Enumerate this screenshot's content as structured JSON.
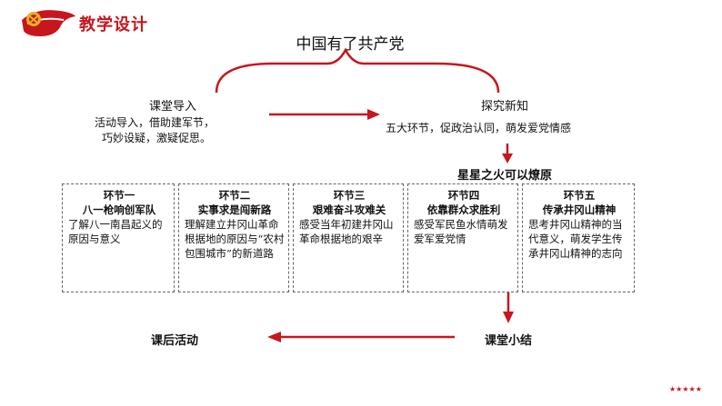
{
  "header": {
    "title": "教学设计"
  },
  "root": {
    "title": "中国有了共产党"
  },
  "left_node": {
    "title": "课堂导入",
    "desc_line1": "活动导入，借助建军节，",
    "desc_line2": "巧妙设疑，激疑促思。"
  },
  "right_node": {
    "title": "探究新知",
    "desc": "五大环节，促政治认同，萌发爱党情感"
  },
  "sub_title": "星星之火可以燎原",
  "sections": [
    {
      "label": "环节一",
      "heading": "八一枪响创军队",
      "desc": "了解八一南昌起义的原因与意义"
    },
    {
      "label": "环节二",
      "heading": "实事求是闯新路",
      "desc": "理解建立井冈山革命根据地的原因与“农村包围城市”的新道路"
    },
    {
      "label": "环节三",
      "heading": "艰难奋斗攻难关",
      "desc": "感受当年初建井冈山革命根据地的艰辛"
    },
    {
      "label": "环节四",
      "heading": "依靠群众求胜利",
      "desc": "感受军民鱼水情萌发爱军爱党情"
    },
    {
      "label": "环节五",
      "heading": "传承井冈山精神",
      "desc": "思考井冈山精神的当代意义，萌发学生传承井冈山精神的志向"
    }
  ],
  "bottom_right": "课堂小结",
  "bottom_left": "课后活动",
  "footer_stars": "★★★★★",
  "colors": {
    "accent": "#c8161d",
    "text": "#111111",
    "border": "#666666"
  }
}
